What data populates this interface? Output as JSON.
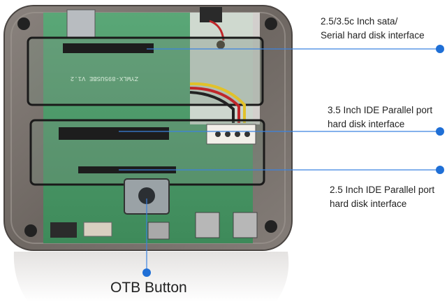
{
  "callouts": {
    "sata": {
      "line1": "2.5/3.5c Inch sata/",
      "line2": "Serial hard disk interface"
    },
    "ide35": {
      "line1": "3.5  Inch IDE Parallel port",
      "line2": "hard disk interface"
    },
    "ide25": {
      "line1": "2.5 Inch IDE Parallel port",
      "line2": "hard disk interface"
    },
    "otb": {
      "label": "OTB Button"
    }
  },
  "pcb_silkscreen": "ZYWLX-895USBE V1.2",
  "colors": {
    "callout_dot": "#1f6fd6",
    "callout_line": "#3b82e0",
    "case_smoke": "#6b6460",
    "pcb_green": "#4f9b6a",
    "slot_outline": "#1a1a1a"
  }
}
